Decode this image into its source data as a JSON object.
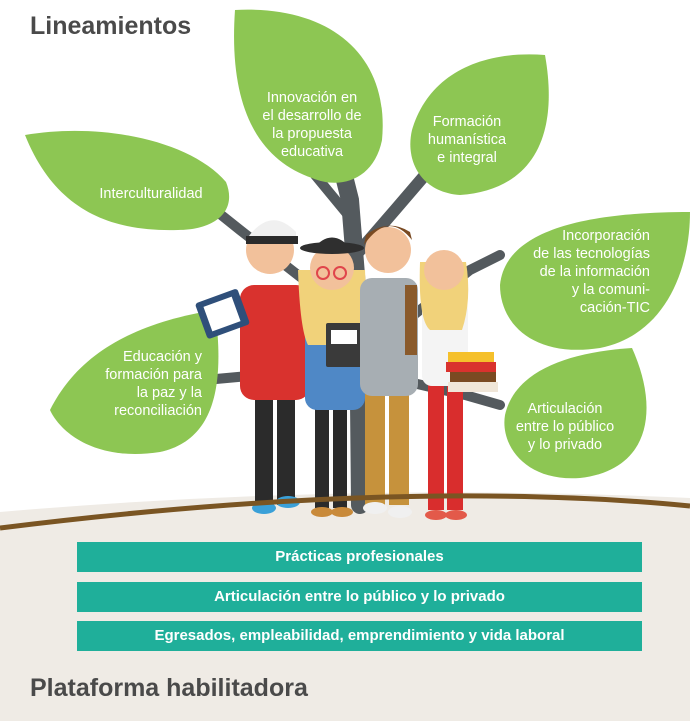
{
  "lineamientos": {
    "title": "Lineamientos",
    "leaves": [
      {
        "id": "innovacion",
        "text": "Innovación en\nel desarrollo de\nla propuesta\neducativa"
      },
      {
        "id": "formacion",
        "text": "Formación\nhumanística\ne integral"
      },
      {
        "id": "interculturalidad",
        "text": "Interculturalidad"
      },
      {
        "id": "tic",
        "text": "Incorporación\nde las tecnologías\nde la información\ny la comuni-\ncación-TIC"
      },
      {
        "id": "paz",
        "text": "Educación y\nformación para\nla paz y la\nreconciliación"
      },
      {
        "id": "articulacion",
        "text": "Articulación\nentre lo público\ny lo privado"
      }
    ]
  },
  "plataforma": {
    "title": "Plataforma habilitadora",
    "bars": [
      "Prácticas profesionales",
      "Articulación entre lo público y lo privado",
      "Egresados, empleabilidad, emprendimiento y vida laboral"
    ]
  },
  "colors": {
    "leaf": "#8dc653",
    "branch": "#545a5e",
    "bar": "#1faf9a",
    "ground": "#7a5523",
    "platform_bg": "#efebe5",
    "title": "#4a4a4a"
  }
}
